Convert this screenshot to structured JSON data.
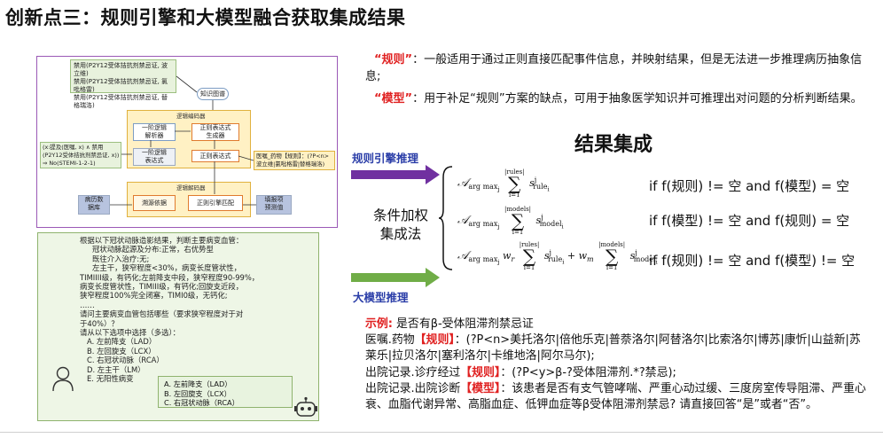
{
  "title": "创新点三：规则引擎和大模型融合获取集成结果",
  "diagram": {
    "rules": [
      "禁用(P2Y12受体拮抗剂禁忌证, 波立维)",
      "禁用(P2Y12受体拮抗剂禁忌证, 氯吡格雷)",
      "禁用(P2Y12受体拮抗剂禁忌证, 替格瑞洛)"
    ],
    "knowledge_graph": "知识图谱",
    "encoder_label": "逻辑编码器",
    "first_order_parser": "一阶逻辑\n解析器",
    "regex_generator": "正则表达式\n生成器",
    "first_order_expr": "一阶逻辑\n表达式",
    "regex_expr": "正则表达式",
    "logic_expr": "(x:提及(医嘱, x) ∧ 禁用\n(P2Y12受体拮抗剂禁忌证, x))\n⇒ No(STEMI-1-2-1)",
    "regex_sample": "医嘱_药物【规则】：(?P<n>\n波立维|氯吡格雷|替格瑞洛)",
    "decoder_label": "逻辑解码器",
    "emr": "病历数\n据库",
    "trace": "溯源依据",
    "regex_match": "正则引擎匹配",
    "result": "填报项\n预测值"
  },
  "dialog": {
    "lines": [
      "根据以下冠状动脉造影结果，判断主要病变血管：",
      "冠状动脉起源及分布:正常，右优势型",
      "既往介入治疗:无;",
      "左主干，狭窄程度<30%，病变长度管状性，",
      "TIMIIII级，有钙化;左前降支中段，狭窄程度90-99%，",
      "病变长度管状性，TIMIII级，有钙化;回旋支近段，",
      "狭窄程度100%完全闭塞，TIMI0级，无钙化;",
      "……",
      "请问主要病变血管包括哪些（要求狭窄程度对于对",
      "于40%）？",
      "请从以下选项中选择（多选）：",
      "A. 左前降支（LAD）",
      "B. 左回旋支（LCX）",
      "C. 右冠状动脉（RCA）",
      "D. 左主干（LM）",
      "E. 无阳性病变"
    ],
    "answers": [
      "A. 左前降支（LAD）",
      "B. 左回旋支（LCX）",
      "C. 右冠状动脉（RCA）"
    ]
  },
  "definitions": {
    "rule_term": "“规则”",
    "rule_text": "：一般适用于通过正则直接匹配事件信息，并映射结果，但是无法进一步推理病历抽象信息;",
    "model_term": "“模型”",
    "model_text": "：用于补足“规则”方案的缺点，可用于抽象医学知识并可推理出对问题的分析判断结果。"
  },
  "result_title": "结果集成",
  "rule_engine_label": "规则引擎推理",
  "llm_label": "大模型推理",
  "integration_label_1": "条件加权",
  "integration_label_2": "集成法",
  "conditions": [
    "if  f(规则) != 空 and f(模型) = 空",
    "if  f(模型) != 空 and f(规则) = 空",
    "if  f(规则) != 空 and f(模型) != 空"
  ],
  "example": {
    "label": "示例:",
    "question": "是否有β-受体阻滞剂禁忌证",
    "line1_prefix": "医嘱.药物",
    "line1_tag": "【规则】",
    "line1_text": "：(?P<n>美托洛尔|倍他乐克|普萘洛尔|阿替洛尔|比索洛尔|博苏|康忻|山益新|苏莱乐|拉贝洛尔|塞利洛尔|卡维地洛|阿尔马尔);",
    "line2_prefix": "出院记录.诊疗经过",
    "line2_tag": "【规则】",
    "line2_text": "：(?P<y>β-?受体阻滞剂.*?禁忌);",
    "line3_prefix": "出院记录.出院诊断",
    "line3_tag": "【模型】",
    "line3_text": "：该患者是否有支气管哮喘、严重心动过缓、三度房室传导阻滞、严重心衰、血脂代谢异常、高脂血症、低钾血症等β受体阻滞剂禁忌? 请直接回答“是”或者“否”。"
  },
  "colors": {
    "accent_red": "#e02020",
    "accent_blue": "#2b3ea8",
    "arrow_purple": "#7030a0",
    "arrow_green": "#70ad47"
  }
}
